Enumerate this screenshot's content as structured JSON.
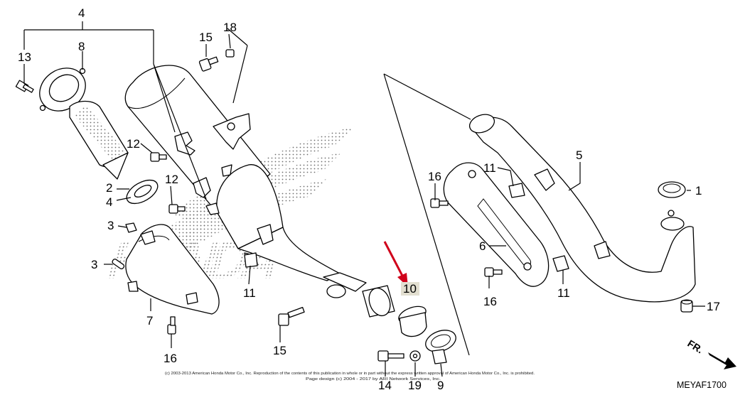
{
  "callouts": {
    "c1": "1",
    "c2": "2",
    "c3a": "3",
    "c3b": "3",
    "c4a": "4",
    "c4b": "4",
    "c5": "5",
    "c6": "6",
    "c7": "7",
    "c8": "8",
    "c9": "9",
    "c10": "10",
    "c11a": "11",
    "c11b": "11",
    "c11c": "11",
    "c12a": "12",
    "c12b": "12",
    "c13": "13",
    "c14": "14",
    "c15a": "15",
    "c15b": "15",
    "c16a": "16",
    "c16b": "16",
    "c16c": "16",
    "c17": "17",
    "c18": "18",
    "c19": "19"
  },
  "highlight": {
    "part": "10",
    "color": "#e2dfd0",
    "arrow_color": "#d0021b"
  },
  "watermark": {
    "text": "HONDA"
  },
  "direction": {
    "label": "FR."
  },
  "diagram_code": "MEYAF1700",
  "copyright": {
    "line1": "(c) 2003-2013 American Honda Motor Co., Inc. Reproduction of the contents of this publication in whole or in part without the express written approval of American Honda Motor Co., Inc. is prohibited.",
    "line2": "Page design (c) 2004 - 2017 by ARI Network Services, Inc."
  }
}
